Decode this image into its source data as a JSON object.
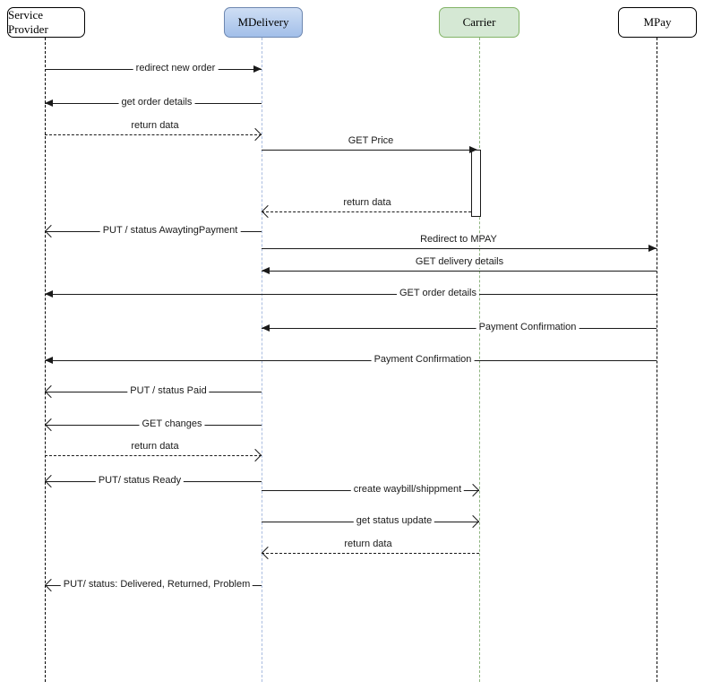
{
  "diagram": {
    "type": "uml-sequence",
    "background": "#ffffff",
    "line_color": "#1a1a1a",
    "participants": [
      {
        "name": "Service Provider",
        "fill": "#ffffff",
        "border": "#000000",
        "lifeline_color": "#000000"
      },
      {
        "name": "MDelivery",
        "fill_top": "#cfdef4",
        "fill_bottom": "#a2bfe9",
        "border": "#6d87b0",
        "lifeline_color": "#a9bce0"
      },
      {
        "name": "Carrier",
        "fill": "#d5e8d4",
        "border": "#82b366",
        "lifeline_color": "#8fb580"
      },
      {
        "name": "MPay",
        "fill": "#ffffff",
        "border": "#000000",
        "lifeline_color": "#000000"
      }
    ],
    "activations": [
      {
        "participant": "Carrier",
        "after_message": "GET Price",
        "until_message": "return data"
      }
    ],
    "messages": [
      {
        "label": "redirect new order",
        "from": "Service Provider",
        "to": "MDelivery",
        "line": "solid",
        "arrowhead": "filled"
      },
      {
        "label": "get order details",
        "from": "MDelivery",
        "to": "Service Provider",
        "line": "solid",
        "arrowhead": "filled"
      },
      {
        "label": "return data",
        "from": "Service Provider",
        "to": "MDelivery",
        "line": "dashed",
        "arrowhead": "open"
      },
      {
        "label": "GET Price",
        "from": "MDelivery",
        "to": "Carrier",
        "line": "solid",
        "arrowhead": "filled"
      },
      {
        "label": "return data",
        "from": "Carrier",
        "to": "MDelivery",
        "line": "dashed",
        "arrowhead": "open"
      },
      {
        "label": "PUT / status AwaytingPayment",
        "from": "MDelivery",
        "to": "Service Provider",
        "line": "solid",
        "arrowhead": "open"
      },
      {
        "label": "Redirect to MPAY",
        "from": "MDelivery",
        "to": "MPay",
        "line": "solid",
        "arrowhead": "filled"
      },
      {
        "label": "GET delivery details",
        "from": "MPay",
        "to": "MDelivery",
        "line": "solid",
        "arrowhead": "filled"
      },
      {
        "label": "GET order details",
        "from": "MPay",
        "to": "Service Provider",
        "line": "solid",
        "arrowhead": "filled"
      },
      {
        "label": "Payment Confirmation",
        "from": "MPay",
        "to": "MDelivery",
        "line": "solid",
        "arrowhead": "filled"
      },
      {
        "label": "Payment Confirmation",
        "from": "MPay",
        "to": "Service Provider",
        "line": "solid",
        "arrowhead": "filled"
      },
      {
        "label": "PUT / status Paid",
        "from": "MDelivery",
        "to": "Service Provider",
        "line": "solid",
        "arrowhead": "open"
      },
      {
        "label": "GET changes",
        "from": "MDelivery",
        "to": "Service Provider",
        "line": "solid",
        "arrowhead": "open"
      },
      {
        "label": "return data",
        "from": "Service Provider",
        "to": "MDelivery",
        "line": "dashed",
        "arrowhead": "open"
      },
      {
        "label": "PUT/ status Ready",
        "from": "MDelivery",
        "to": "Service Provider",
        "line": "solid",
        "arrowhead": "open"
      },
      {
        "label": "create waybill/shippment",
        "from": "MDelivery",
        "to": "Carrier",
        "line": "solid",
        "arrowhead": "open"
      },
      {
        "label": "get status update",
        "from": "MDelivery",
        "to": "Carrier",
        "line": "solid",
        "arrowhead": "open"
      },
      {
        "label": "return data",
        "from": "Carrier",
        "to": "MDelivery",
        "line": "dashed",
        "arrowhead": "open"
      },
      {
        "label": "PUT/  status: Delivered, Returned, Problem",
        "from": "MDelivery",
        "to": "Service Provider",
        "line": "solid",
        "arrowhead": "open"
      }
    ]
  }
}
